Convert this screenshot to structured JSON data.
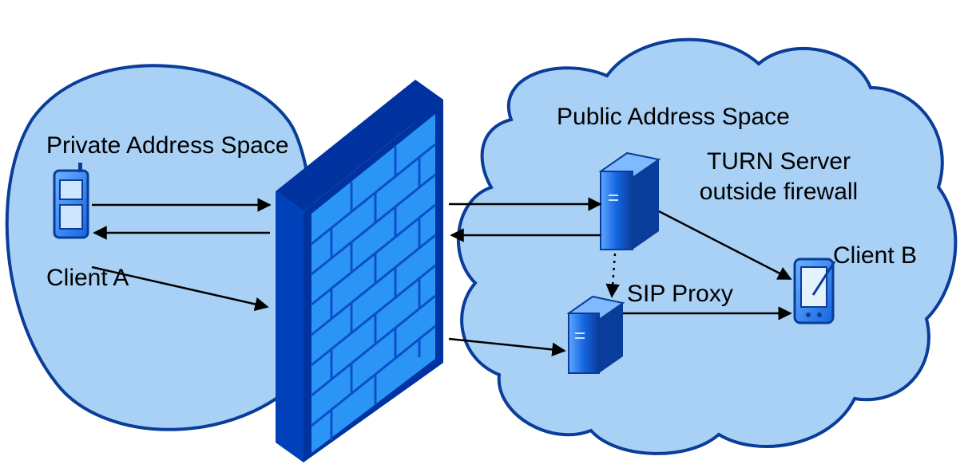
{
  "diagram": {
    "labels": {
      "private_space": "Private Address Space",
      "client_a": "Client A",
      "public_space": "Public Address Space",
      "turn_server": "TURN Server outside firewall",
      "sip_proxy": "SIP Proxy",
      "client_b": "Client B"
    },
    "nodes": [
      {
        "id": "client-a",
        "kind": "mobile-phone",
        "label_key": "client_a"
      },
      {
        "id": "firewall",
        "kind": "brick-firewall"
      },
      {
        "id": "turn-server",
        "kind": "server-tower",
        "label_key": "turn_server"
      },
      {
        "id": "sip-proxy",
        "kind": "server-tower",
        "label_key": "sip_proxy"
      },
      {
        "id": "client-b",
        "kind": "pda",
        "label_key": "client_b"
      }
    ],
    "edges": [
      {
        "from": "client-a",
        "to": "firewall",
        "style": "solid-arrow"
      },
      {
        "from": "firewall",
        "to": "client-a",
        "style": "solid-arrow"
      },
      {
        "from": "client-a",
        "to": "firewall",
        "style": "solid-arrow"
      },
      {
        "from": "firewall",
        "to": "turn-server",
        "style": "solid-arrow"
      },
      {
        "from": "turn-server",
        "to": "firewall",
        "style": "solid-arrow"
      },
      {
        "from": "firewall",
        "to": "sip-proxy",
        "style": "solid-arrow"
      },
      {
        "from": "turn-server",
        "to": "sip-proxy",
        "style": "dotted-arrow"
      },
      {
        "from": "turn-server",
        "to": "client-b",
        "style": "solid-arrow"
      },
      {
        "from": "sip-proxy",
        "to": "client-b",
        "style": "solid-arrow"
      }
    ],
    "colors": {
      "region_fill": "#a8d1f5",
      "region_stroke": "#0a3d99",
      "brick": "#1e90ff",
      "firewall_frame": "#0033a0",
      "device": "#1565e0",
      "arrow": "#000000"
    }
  }
}
